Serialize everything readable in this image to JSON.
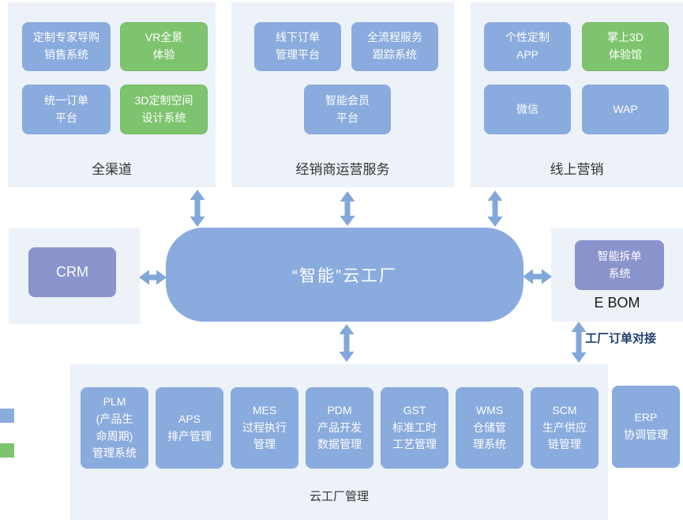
{
  "colors": {
    "box_blue": "#8aabdd",
    "box_green": "#7ec46e",
    "box_purple": "#8a93cb",
    "panel_bg": "#edf2f9",
    "arrow": "#82a7da",
    "caption_text": "#333333",
    "order_label_text": "#1f3f6e"
  },
  "omni": {
    "caption": "全渠道",
    "boxes": [
      {
        "text": "定制专家导购\n销售系统",
        "color": "blue"
      },
      {
        "text": "VR全景\n体验",
        "color": "green"
      },
      {
        "text": "统一订单\n平台",
        "color": "blue"
      },
      {
        "text": "3D定制空间\n设计系统",
        "color": "green"
      }
    ]
  },
  "dealer": {
    "caption": "经销商运营服务",
    "boxes": [
      {
        "text": "线下订单\n管理平台",
        "color": "blue"
      },
      {
        "text": "全流程服务\n跟踪系统",
        "color": "blue"
      },
      {
        "text": "智能会员\n平台",
        "color": "blue"
      }
    ]
  },
  "online": {
    "caption": "线上营销",
    "boxes": [
      {
        "text": "个性定制\nAPP",
        "color": "blue"
      },
      {
        "text": "掌上3D\n体验馆",
        "color": "green"
      },
      {
        "text": "微信",
        "color": "blue"
      },
      {
        "text": "WAP",
        "color": "blue"
      }
    ]
  },
  "crm": {
    "box": "CRM"
  },
  "center": {
    "title": "“智能”云工厂"
  },
  "ebom": {
    "box": "智能拆单\n系统",
    "caption": "E BOM"
  },
  "factory": {
    "caption": "云工厂管理",
    "boxes": [
      {
        "text": "PLM\n(产品生\n命周期)\n管理系统"
      },
      {
        "text": "APS\n排产管理"
      },
      {
        "text": "MES\n过程执行\n管理"
      },
      {
        "text": "PDM\n产品开发\n数据管理"
      },
      {
        "text": "GST\n标准工时\n工艺管理"
      },
      {
        "text": "WMS\n仓储管\n理系统"
      },
      {
        "text": "SCM\n生产供应\n链管理"
      }
    ]
  },
  "erp": {
    "text": "ERP\n协调管理"
  },
  "connector_label": "工厂订单对接",
  "legend": {
    "blue": "#8aabdd",
    "green": "#7ec46e"
  }
}
